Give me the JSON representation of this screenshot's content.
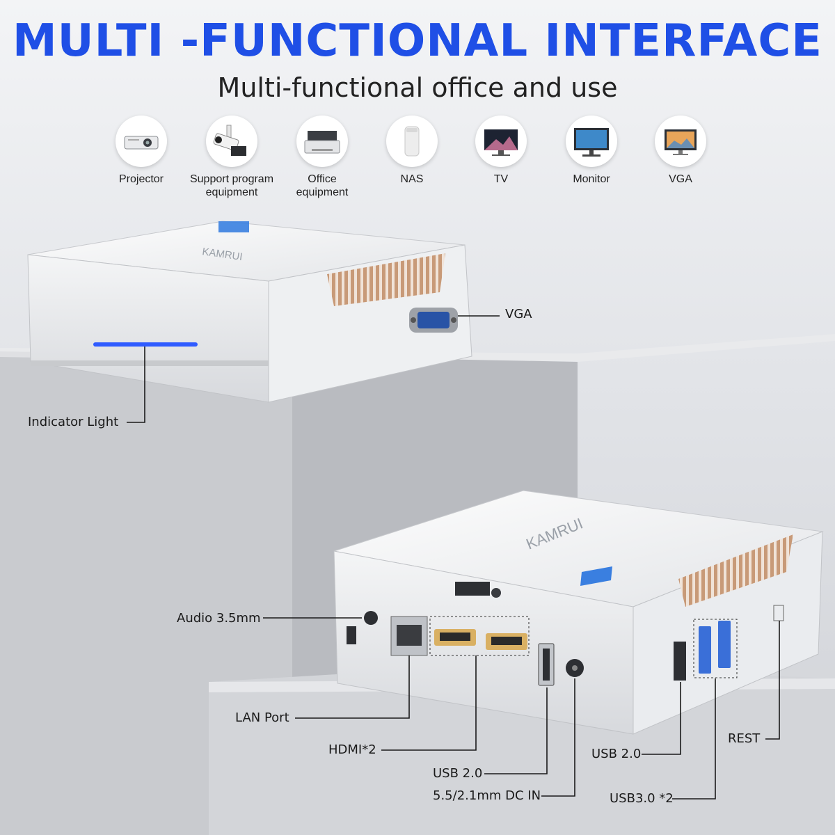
{
  "header": {
    "title": "MULTI -FUNCTIONAL INTERFACE",
    "subtitle": "Multi-functional office and use"
  },
  "uses": [
    {
      "label": "Projector",
      "icon": "projector-icon"
    },
    {
      "label": "Support program\nequipment",
      "icon": "security-camera-icon"
    },
    {
      "label": "Office\nequipment",
      "icon": "printer-icon"
    },
    {
      "label": "NAS",
      "icon": "nas-icon"
    },
    {
      "label": "TV",
      "icon": "tv-icon"
    },
    {
      "label": "Monitor",
      "icon": "monitor-icon"
    },
    {
      "label": "VGA",
      "icon": "vga-display-icon"
    }
  ],
  "callouts": {
    "vga": "VGA",
    "indicator": "Indicator Light",
    "audio": "Audio 3.5mm",
    "lan": "LAN Port",
    "hdmi": "HDMI*2",
    "usb2_left": "USB 2.0",
    "dc_in": "5.5/2.1mm DC IN",
    "usb2_right": "USB 2.0",
    "reset": "REST",
    "usb3": "USB3.0 *2"
  },
  "device": {
    "brand": "KAMRUI"
  },
  "colors": {
    "title": "#1f4fe6",
    "indicator": "#2f5bff",
    "vent": "#c89a78",
    "port_gold": "#d9b063"
  }
}
